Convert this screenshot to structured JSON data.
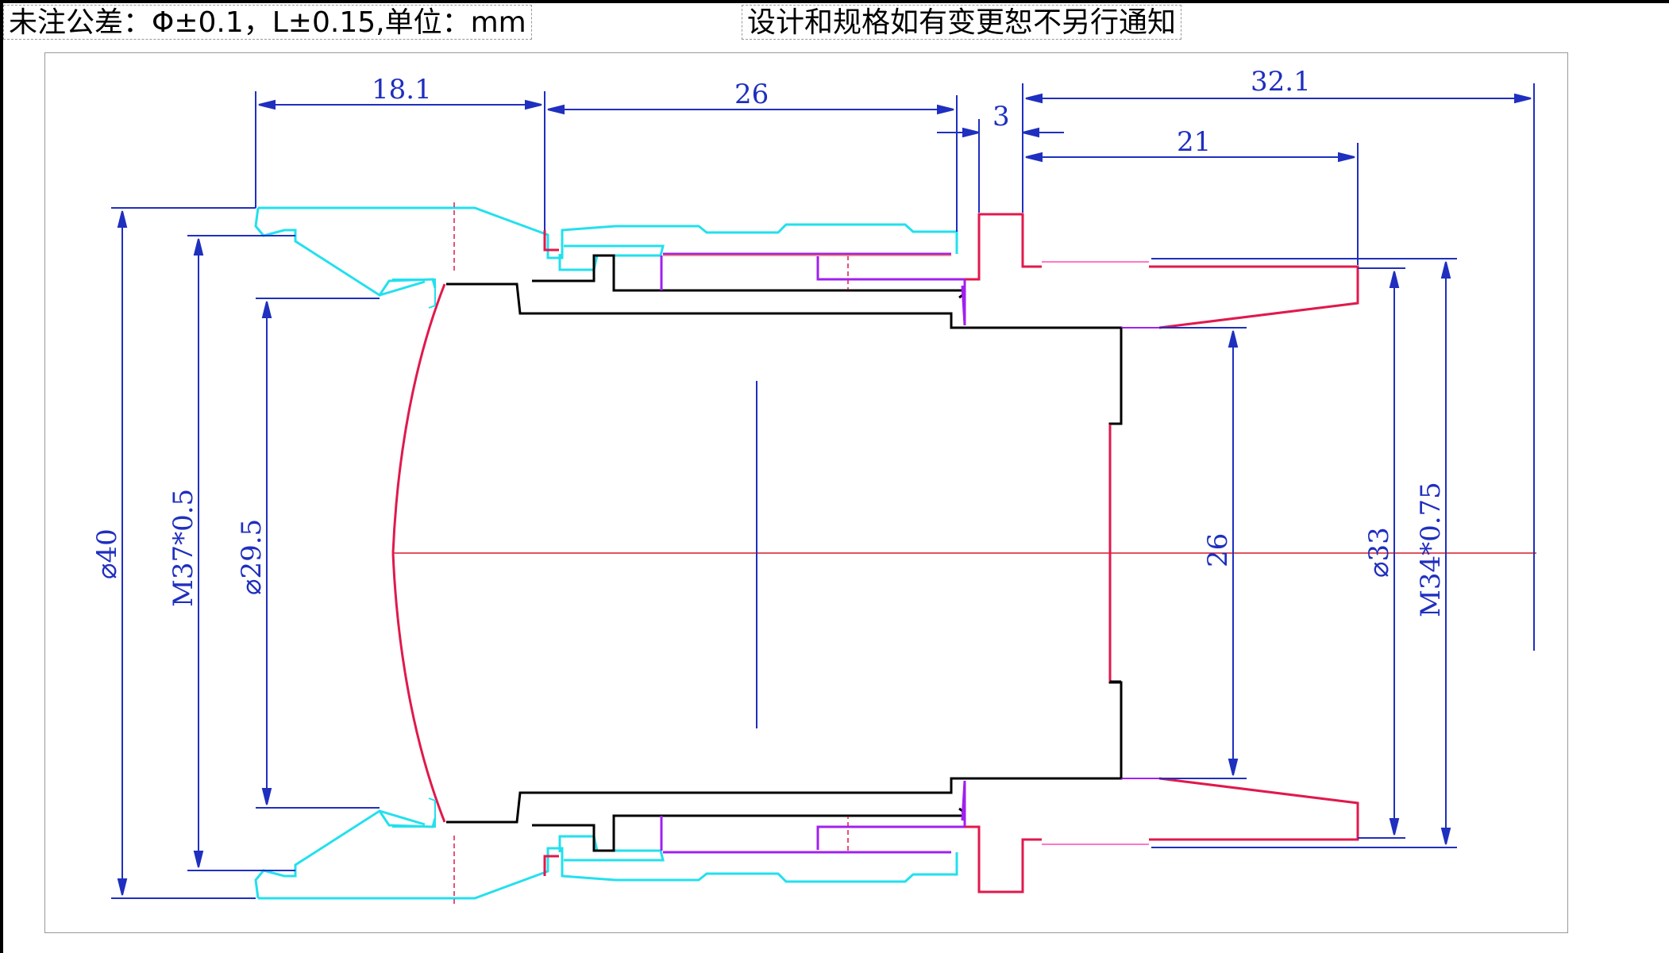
{
  "header": {
    "tolerance_note": "未注公差：Φ±0.1，L±0.15,单位：mm",
    "change_note": "设计和规格如有变更恕不另行通知"
  },
  "dimensions": {
    "len_18_1": "18.1",
    "len_26_top": "26",
    "len_3": "3",
    "len_32_1": "32.1",
    "len_21": "21",
    "dia_40": "⌀40",
    "thread_m37": "M37*0.5",
    "dia_29_5": "⌀29.5",
    "dia_26": "26",
    "dia_33": "⌀33",
    "thread_m34": "M34*0.75"
  },
  "colors": {
    "dimension": "#1f2fbf",
    "outline_cyan": "#22e0ee",
    "outline_red": "#e0194c",
    "outline_black": "#000000",
    "outline_purple": "#a020f0",
    "axis": "#d91a2a"
  }
}
